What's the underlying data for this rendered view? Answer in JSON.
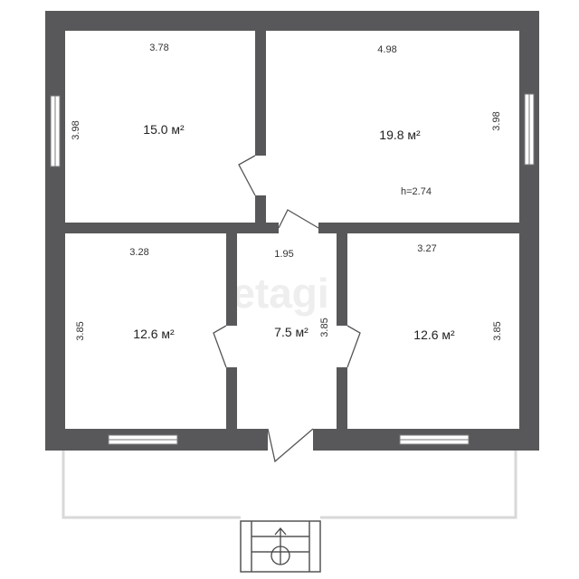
{
  "watermark": "etagi",
  "colors": {
    "wall": "#58585a",
    "terrace": "#d8d8d8",
    "window": "#ffffff"
  },
  "rooms": [
    {
      "id": "room-top-left",
      "area": "15.0 м²",
      "width": "3.78",
      "height": "3.98"
    },
    {
      "id": "room-top-right",
      "area": "19.8 м²",
      "width": "4.98",
      "height": "3.98",
      "ceiling": "h=2.74"
    },
    {
      "id": "room-bottom-left",
      "area": "12.6 м²",
      "width": "3.28",
      "height": "3.85"
    },
    {
      "id": "hallway",
      "area": "7.5 м²",
      "width": "1.95",
      "height": "3.85"
    },
    {
      "id": "room-bottom-right",
      "area": "12.6 м²",
      "width": "3.27",
      "height": "3.85"
    }
  ],
  "icons": {
    "entrance": "up-arrow-icon"
  }
}
